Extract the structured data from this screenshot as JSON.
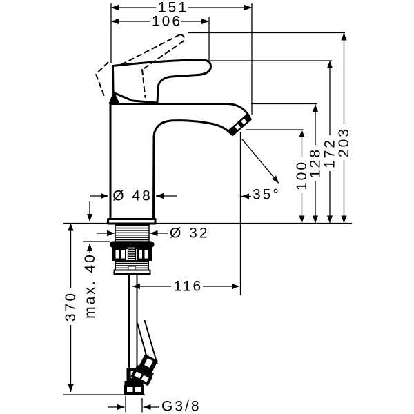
{
  "page": {
    "background": "#ffffff",
    "line_color": "#000000"
  },
  "drawing": {
    "dims": {
      "total_width": "151",
      "handle_reach": "106",
      "total_height": "203",
      "handle_height": "172",
      "spout_height": "128",
      "outlet_height": "100",
      "body_diameter": "Ø 48",
      "shank_diameter": "Ø 32",
      "outlet_angle": "35°",
      "spout_reach": "116",
      "hose_length": "370",
      "max_mounting": "max. 40",
      "thread": "G3/8"
    }
  }
}
